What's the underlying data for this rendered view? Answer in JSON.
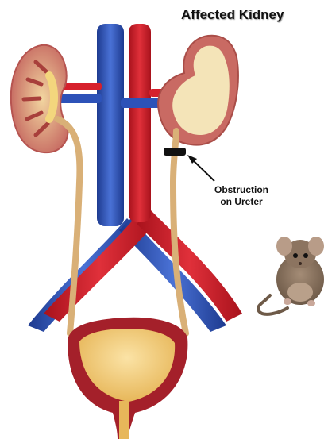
{
  "title": "Affected Kidney",
  "annotation": {
    "line1": "Obstruction",
    "line2": "on Ureter"
  },
  "colors": {
    "artery": "#d6202c",
    "vein": "#2d52b8",
    "kidney_outer": "#c96a63",
    "kidney_affected": "#f4e4b8",
    "ureter": "#e7c890",
    "bladder_wall": "#a4202a",
    "bladder_inner": "#f3cf7a",
    "obstruction": "#111111"
  },
  "icons": [
    "mouse-image",
    "arrow-icon"
  ]
}
